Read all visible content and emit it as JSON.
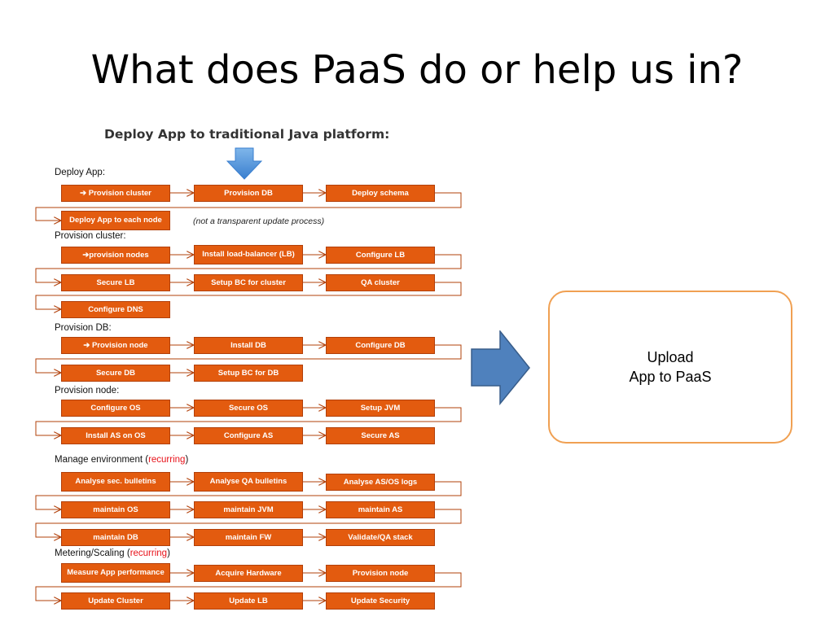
{
  "slide": {
    "title": "What does PaaS do or help us in?"
  },
  "diagram": {
    "title": "Deploy App to traditional Java platform:",
    "note": "(not a transparent update process)",
    "sections": [
      {
        "label": "Deploy App:",
        "recurring": "",
        "suffix": ""
      },
      {
        "label": "Provision cluster:",
        "recurring": "",
        "suffix": ""
      },
      {
        "label": "Provision DB:",
        "recurring": "",
        "suffix": ""
      },
      {
        "label": "Provision node:",
        "recurring": "",
        "suffix": ""
      },
      {
        "label": "Manage environment (",
        "recurring": "recurring",
        "suffix": ")"
      },
      {
        "label": "Metering/Scaling (",
        "recurring": "recurring",
        "suffix": ")"
      }
    ],
    "steps": [
      "➔ Provision cluster",
      "Provision DB",
      "Deploy schema",
      "Deploy App to each node",
      "➔provision nodes",
      "Install load-balancer (LB)",
      "Configure LB",
      "Secure LB",
      "Setup BC for cluster",
      "QA cluster",
      "Configure DNS",
      "➔ Provision node",
      "Install DB",
      "Configure DB",
      "Secure DB",
      "Setup BC for DB",
      "Configure OS",
      "Secure OS",
      "Setup JVM",
      "Install AS on OS",
      "Configure AS",
      "Secure AS",
      "Analyse sec. bulletins",
      "Analyse QA bulletins",
      "Analyse AS/OS logs",
      "maintain OS",
      "maintain JVM",
      "maintain AS",
      "maintain DB",
      "maintain FW",
      "Validate/QA stack",
      "Measure App performance",
      "Acquire Hardware",
      "Provision node",
      "Update Cluster",
      "Update LB",
      "Update Security"
    ]
  },
  "result": {
    "line1": "Upload",
    "line2": "App to PaaS"
  },
  "colors": {
    "step_fill": "#e35b0f",
    "connector": "#b2400a",
    "down_arrow": "#4a90d9",
    "right_arrow": "#4f81bd",
    "result_border": "#f0a052",
    "recurring": "#e8121a"
  },
  "icons": {
    "down_arrow": "down-arrow-icon",
    "right_arrow": "right-arrow-icon"
  }
}
